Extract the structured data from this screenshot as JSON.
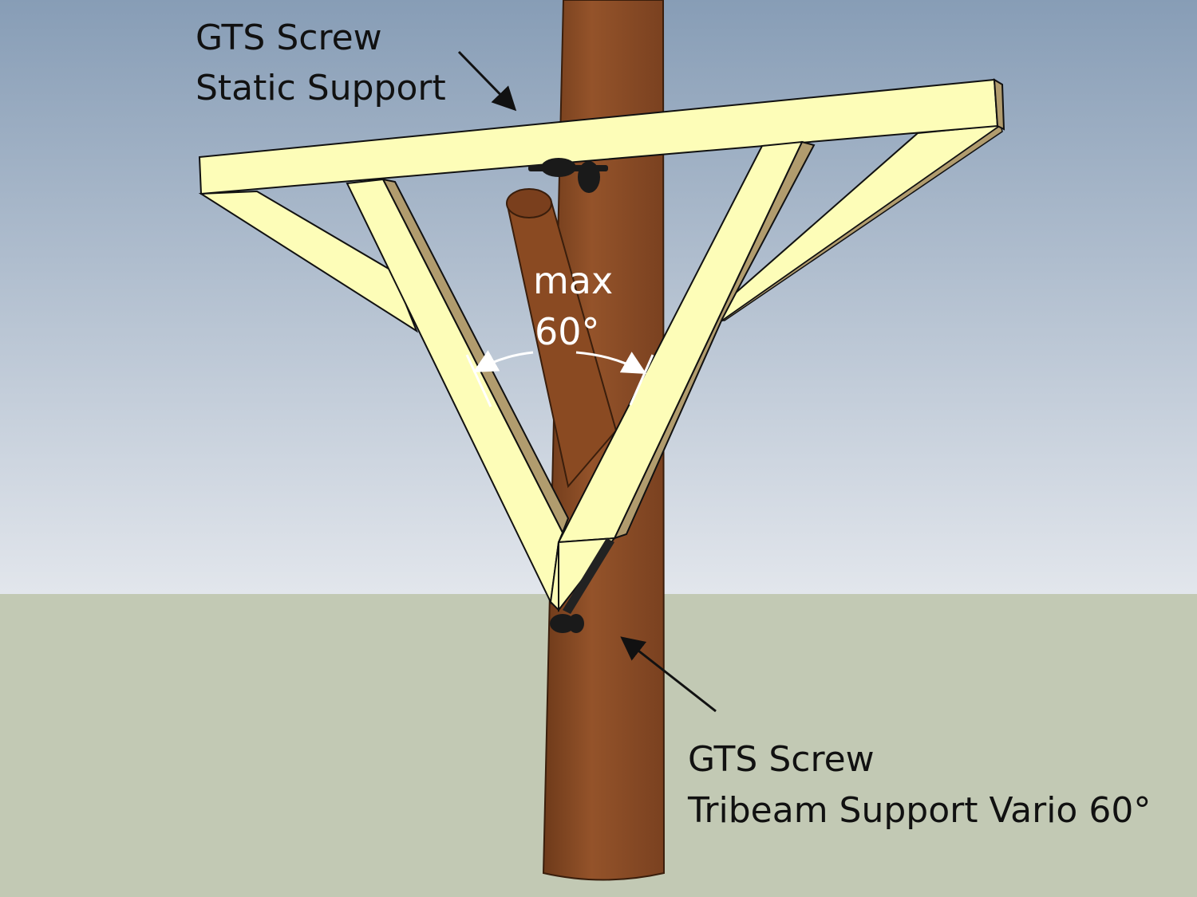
{
  "labels": {
    "top_line1": "GTS Screw",
    "top_line2": "Static Support",
    "bottom_line1": "GTS Screw",
    "bottom_line2": "Tribeam Support Vario 60°",
    "angle_line1": "max",
    "angle_line2": "60°"
  },
  "colors": {
    "sky_top": "#879db6",
    "sky_bottom": "#e2e6ec",
    "ground": "#c2c9b4",
    "trunk": "#8a4a22",
    "beam_face": "#fdfdb8",
    "beam_side": "#b19c6e"
  }
}
